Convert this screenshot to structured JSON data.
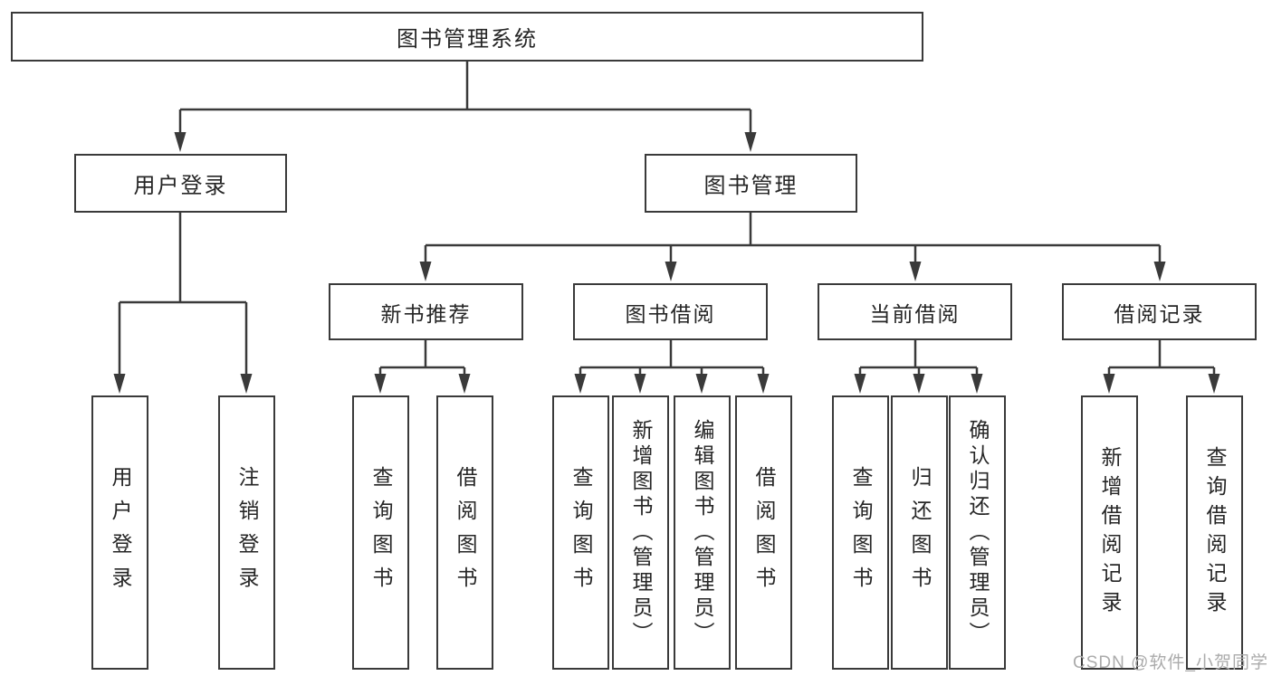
{
  "diagram": {
    "root": {
      "label": "图书管理系统"
    },
    "level2": [
      {
        "label": "用户登录"
      },
      {
        "label": "图书管理"
      }
    ],
    "level3": [
      {
        "label": "新书推荐"
      },
      {
        "label": "图书借阅"
      },
      {
        "label": "当前借阅"
      },
      {
        "label": "借阅记录"
      }
    ],
    "leaves": {
      "user": [
        {
          "label": "用户登录"
        },
        {
          "label": "注销登录"
        }
      ],
      "newbook": [
        {
          "label": "查询图书"
        },
        {
          "label": "借阅图书"
        }
      ],
      "borrow": [
        {
          "label": "查询图书"
        },
        {
          "label": "新增图书（管理员）"
        },
        {
          "label": "编辑图书（管理员）"
        },
        {
          "label": "借阅图书"
        }
      ],
      "current": [
        {
          "label": "查询图书"
        },
        {
          "label": "归还图书"
        },
        {
          "label": "确认归还（管理员）"
        }
      ],
      "record": [
        {
          "label": "新增借阅记录"
        },
        {
          "label": "查询借阅记录"
        }
      ]
    }
  },
  "watermark": {
    "text": "CSDN @软件_小贺同学"
  },
  "colors": {
    "line": "#3a3a3a",
    "box_border": "#3a3a3a",
    "text": "#262626",
    "background": "#ffffff",
    "watermark": "#ababab"
  }
}
